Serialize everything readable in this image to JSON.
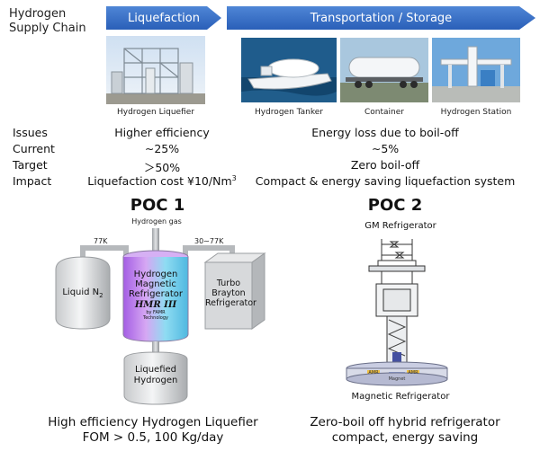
{
  "header": {
    "title_line1": "Hydrogen",
    "title_line2": "Supply Chain",
    "arrow_liquefaction": "Liquefaction",
    "arrow_transport": "Transportation / Storage"
  },
  "photos": [
    {
      "caption": "Hydrogen Liquefier"
    },
    {
      "caption": "Hydrogen Tanker"
    },
    {
      "caption": "Container"
    },
    {
      "caption": "Hydrogen Station"
    }
  ],
  "table": {
    "rows": [
      {
        "label": "Issues",
        "col1": "Higher efficiency",
        "col2": "Energy loss due to boil-off"
      },
      {
        "label": "Current",
        "col1": "∼25%",
        "col2": "∼5%"
      },
      {
        "label": "Target",
        "col1": "＞50%",
        "col2": "Zero boil-off"
      },
      {
        "label": "Impact",
        "col1": "Liquefaction cost ¥10/Nm",
        "col1_sup": "3",
        "col2": "Compact & energy saving liquefaction system"
      }
    ]
  },
  "poc1": {
    "title": "POC 1",
    "hydrogen_gas": "Hydrogen gas",
    "temp_left": "77K",
    "temp_right": "30∼77K",
    "liquid_n2": "Liquid N",
    "liquid_n2_sub": "2",
    "hmr_l1": "Hydrogen",
    "hmr_l2": "Magnetic",
    "hmr_l3": "Refrigerator",
    "hmr_name": "HMR III",
    "hmr_by1": "by FAMR",
    "hmr_by2": "Technology",
    "turbo_l1": "Turbo",
    "turbo_l2": "Brayton",
    "turbo_l3": "Refrigerator",
    "liq_h_l1": "Liquefied",
    "liq_h_l2": "Hydrogen",
    "footer_l1": "High efficiency Hydrogen Liquefier",
    "footer_l2": "FOM > 0.5, 100 Kg/day"
  },
  "poc2": {
    "title": "POC 2",
    "gm": "GM Refrigerator",
    "magnetic": "Magnetic Refrigerator",
    "mark_amr": "AMR",
    "mark_magnet": "Magnet",
    "footer_l1": "Zero-boil off hybrid refrigerator",
    "footer_l2": "compact, energy saving"
  },
  "colors": {
    "arrow": "#2f65bc",
    "hmr_purple": "#b56bea",
    "hmr_cyan": "#5ec8ea"
  }
}
